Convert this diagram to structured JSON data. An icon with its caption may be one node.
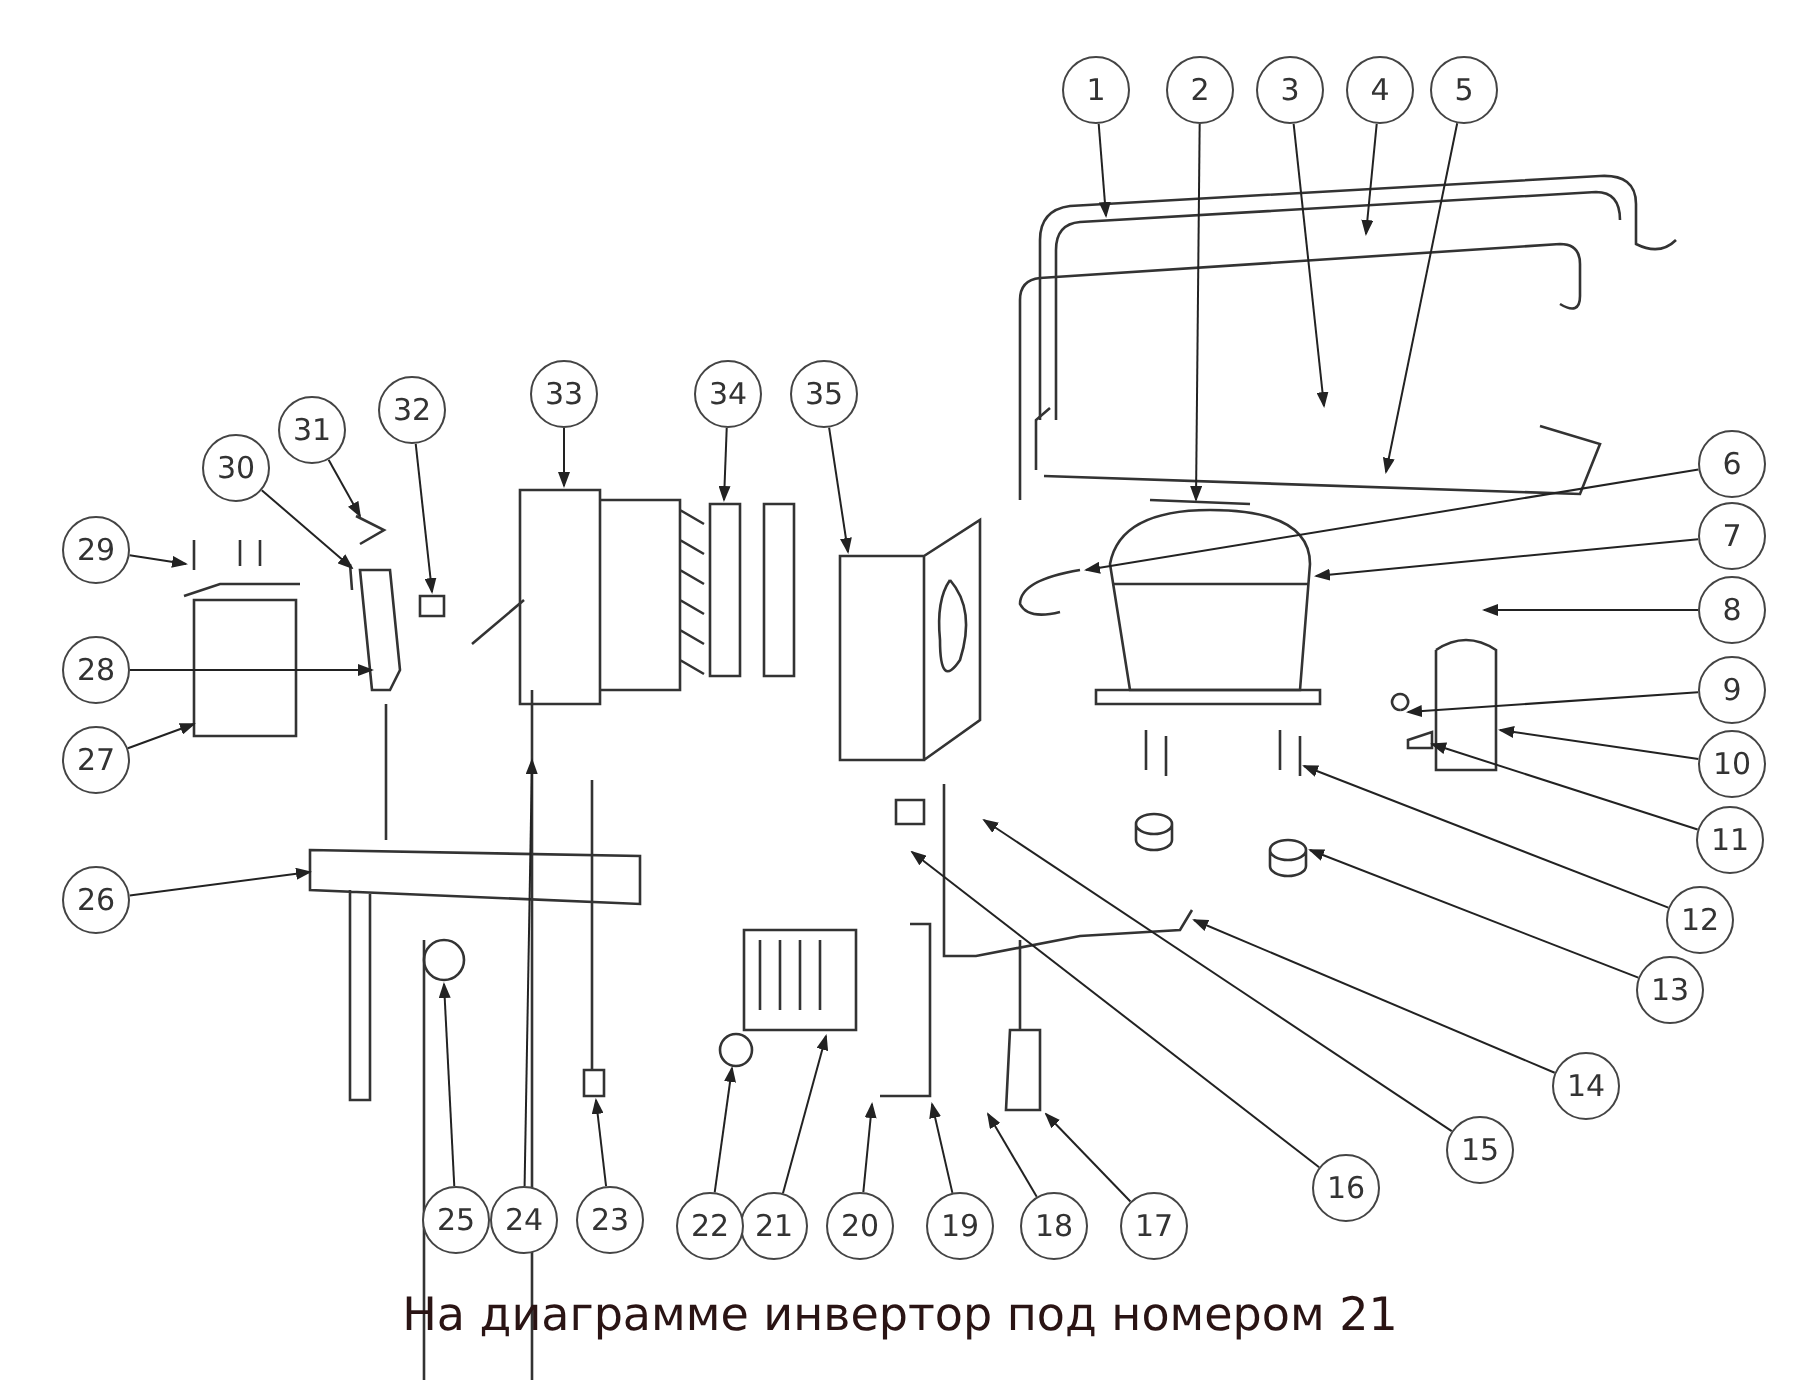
{
  "diagram": {
    "caption": "На диаграмме инвертор под номером 21",
    "nodes": [
      {
        "text": [
          "1"
        ]
      },
      {
        "text": [
          "2"
        ]
      },
      {
        "text": [
          "3"
        ]
      },
      {
        "text": [
          "4"
        ]
      },
      {
        "text": [
          "5"
        ]
      },
      {
        "text": [
          "6"
        ]
      },
      {
        "text": [
          "7"
        ]
      },
      {
        "text": [
          "8"
        ]
      },
      {
        "text": [
          "9"
        ]
      },
      {
        "text": [
          "10"
        ]
      },
      {
        "text": [
          "11"
        ]
      },
      {
        "text": [
          "12"
        ]
      },
      {
        "text": [
          "13"
        ]
      },
      {
        "text": [
          "14"
        ]
      },
      {
        "text": [
          "15"
        ]
      },
      {
        "text": [
          "16"
        ]
      },
      {
        "text": [
          "17"
        ]
      },
      {
        "text": [
          "18"
        ]
      },
      {
        "text": [
          "19"
        ]
      },
      {
        "text": [
          "20"
        ]
      },
      {
        "text": [
          "21"
        ]
      },
      {
        "text": [
          "22"
        ]
      },
      {
        "text": [
          "23"
        ]
      },
      {
        "text": [
          "24"
        ]
      },
      {
        "text": [
          "25"
        ]
      },
      {
        "text": [
          "26"
        ]
      },
      {
        "text": [
          "27"
        ]
      },
      {
        "text": [
          "28"
        ]
      },
      {
        "text": [
          "29"
        ]
      },
      {
        "text": [
          "30"
        ]
      },
      {
        "text": [
          "31"
        ]
      },
      {
        "text": [
          "32"
        ]
      },
      {
        "text": [
          "33"
        ]
      },
      {
        "text": [
          "34"
        ]
      },
      {
        "text": [
          "35"
        ]
      }
    ],
    "edges": [
      {
        "from": 0,
        "to": null,
        "arrow": "to"
      },
      {
        "from": 1,
        "to": null,
        "arrow": "to"
      },
      {
        "from": 2,
        "to": null,
        "arrow": "to"
      },
      {
        "from": 3,
        "to": null,
        "arrow": "to"
      },
      {
        "from": 4,
        "to": null,
        "arrow": "to"
      },
      {
        "from": 5,
        "to": null,
        "arrow": "to"
      },
      {
        "from": 6,
        "to": null,
        "arrow": "to"
      },
      {
        "from": 7,
        "to": null,
        "arrow": "to"
      },
      {
        "from": 8,
        "to": null,
        "arrow": "to"
      },
      {
        "from": 9,
        "to": null,
        "arrow": "to"
      },
      {
        "from": 10,
        "to": null,
        "arrow": "to"
      },
      {
        "from": 11,
        "to": null,
        "arrow": "to"
      },
      {
        "from": 12,
        "to": null,
        "arrow": "to"
      },
      {
        "from": 13,
        "to": null,
        "arrow": "to"
      },
      {
        "from": 14,
        "to": null,
        "arrow": "to"
      },
      {
        "from": 15,
        "to": null,
        "arrow": "to"
      },
      {
        "from": 16,
        "to": null,
        "arrow": "to"
      },
      {
        "from": 17,
        "to": null,
        "arrow": "to"
      },
      {
        "from": 18,
        "to": null,
        "arrow": "to"
      },
      {
        "from": 19,
        "to": null,
        "arrow": "to"
      },
      {
        "from": 20,
        "to": null,
        "arrow": "to"
      },
      {
        "from": 21,
        "to": null,
        "arrow": "to"
      },
      {
        "from": 22,
        "to": null,
        "arrow": "to"
      },
      {
        "from": 23,
        "to": null,
        "arrow": "to"
      },
      {
        "from": 24,
        "to": null,
        "arrow": "to"
      },
      {
        "from": 25,
        "to": null,
        "arrow": "to"
      },
      {
        "from": 26,
        "to": null,
        "arrow": "to"
      },
      {
        "from": 27,
        "to": null,
        "arrow": "to"
      },
      {
        "from": 28,
        "to": null,
        "arrow": "to"
      },
      {
        "from": 29,
        "to": null,
        "arrow": "to"
      },
      {
        "from": 30,
        "to": null,
        "arrow": "to"
      },
      {
        "from": 31,
        "to": null,
        "arrow": "to"
      },
      {
        "from": 32,
        "to": null,
        "arrow": "to"
      },
      {
        "from": 33,
        "to": null,
        "arrow": "to"
      },
      {
        "from": 34,
        "to": null,
        "arrow": "to"
      }
    ]
  }
}
